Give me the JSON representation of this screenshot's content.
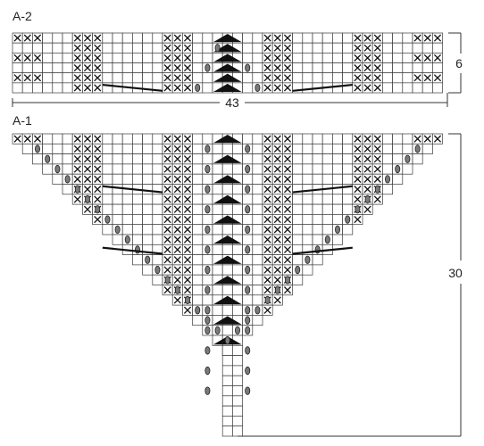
{
  "charts": {
    "a2": {
      "name": "A-2",
      "cols": 43,
      "rows": 6,
      "width_label": "43",
      "height_label": "6"
    },
    "a1": {
      "name": "A-1",
      "rows": 30,
      "height_label": "30"
    }
  },
  "symbols": {
    "cross": "cross-stitch-icon",
    "yarn_over": "yarn-over-icon",
    "decrease": "triangle-decrease-icon",
    "slant": "slant-line-icon"
  },
  "colors": {
    "grid": "#3a3a3a",
    "symbol_fill": "#111111",
    "yarn_over_fill": "#7a7a7a"
  }
}
